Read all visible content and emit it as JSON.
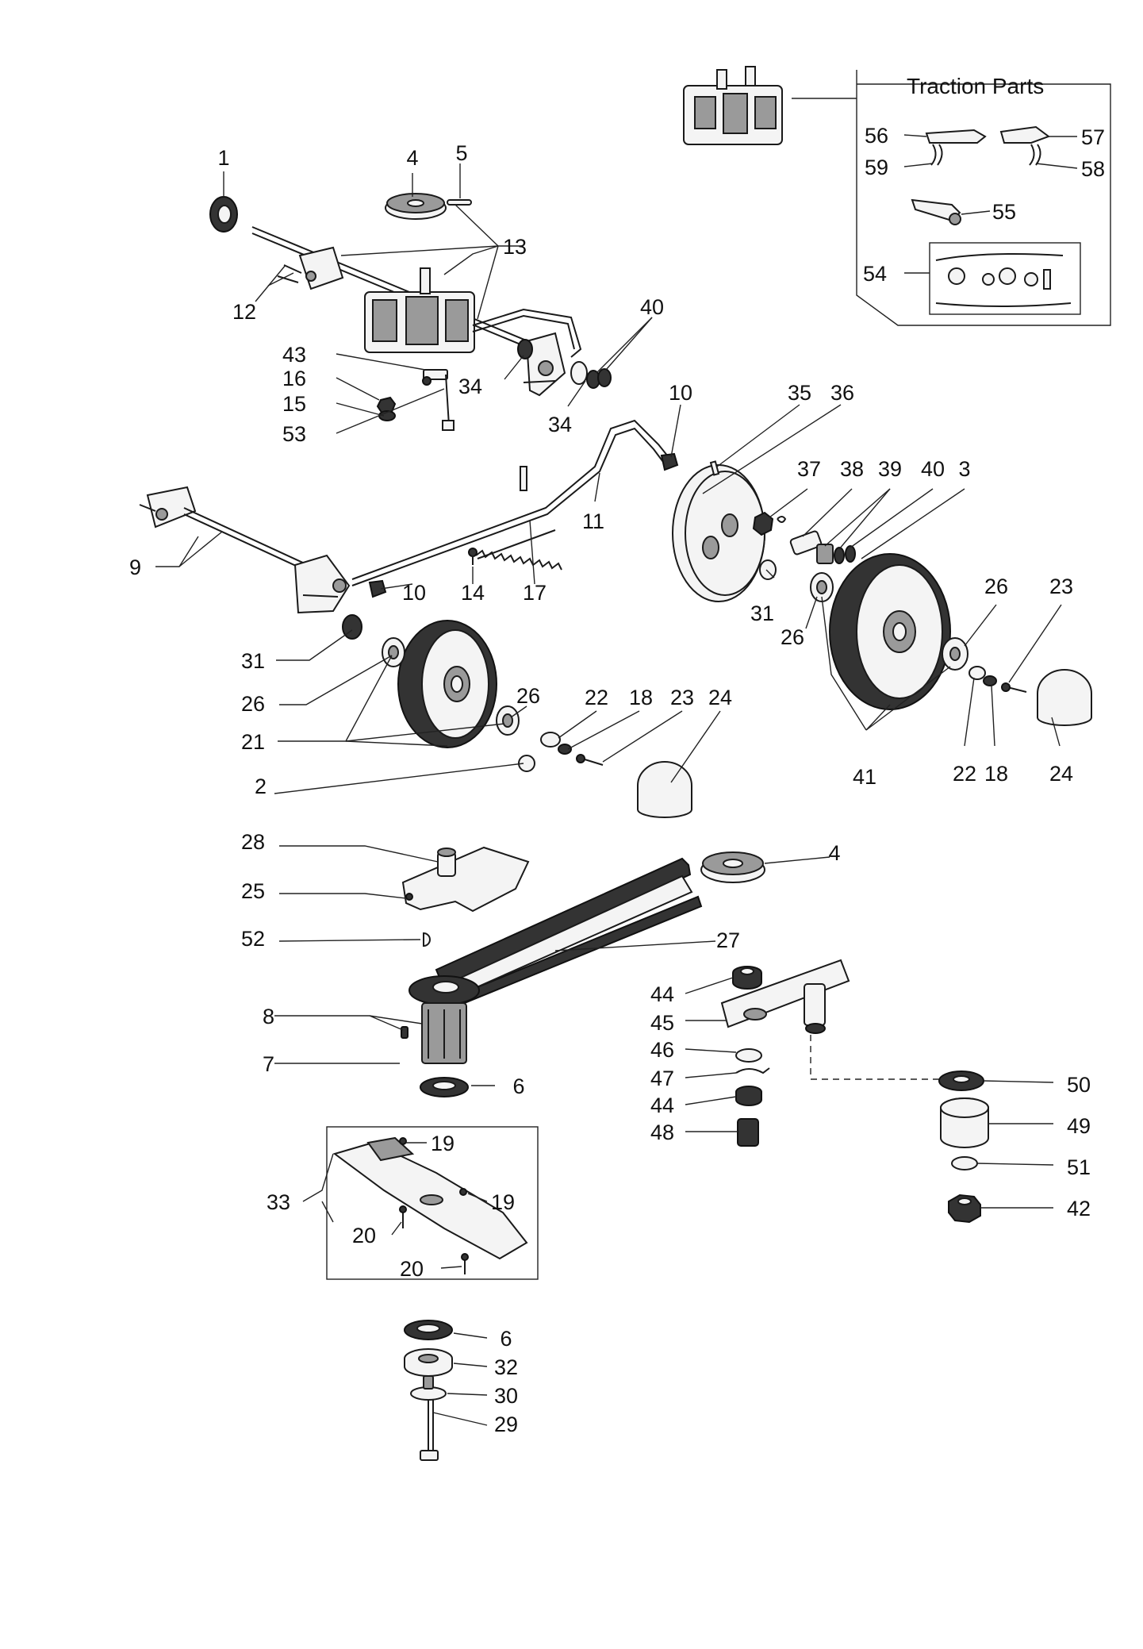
{
  "inset": {
    "title": "Traction Parts"
  },
  "callouts": [
    {
      "id": "c1",
      "text": "1"
    },
    {
      "id": "c4a",
      "text": "4"
    },
    {
      "id": "c5",
      "text": "5"
    },
    {
      "id": "c13",
      "text": "13"
    },
    {
      "id": "c12",
      "text": "12"
    },
    {
      "id": "c40a",
      "text": "40"
    },
    {
      "id": "c43",
      "text": "43"
    },
    {
      "id": "c16",
      "text": "16"
    },
    {
      "id": "c15",
      "text": "15"
    },
    {
      "id": "c53",
      "text": "53"
    },
    {
      "id": "c34a",
      "text": "34"
    },
    {
      "id": "c34b",
      "text": "34"
    },
    {
      "id": "c10a",
      "text": "10"
    },
    {
      "id": "c35",
      "text": "35"
    },
    {
      "id": "c36",
      "text": "36"
    },
    {
      "id": "c37",
      "text": "37"
    },
    {
      "id": "c38",
      "text": "38"
    },
    {
      "id": "c39",
      "text": "39"
    },
    {
      "id": "c40b",
      "text": "40"
    },
    {
      "id": "c3",
      "text": "3"
    },
    {
      "id": "c11",
      "text": "11"
    },
    {
      "id": "c9",
      "text": "9"
    },
    {
      "id": "c10b",
      "text": "10"
    },
    {
      "id": "c14",
      "text": "14"
    },
    {
      "id": "c17",
      "text": "17"
    },
    {
      "id": "c31a",
      "text": "31"
    },
    {
      "id": "c31b",
      "text": "31"
    },
    {
      "id": "c26a",
      "text": "26"
    },
    {
      "id": "c26b",
      "text": "26"
    },
    {
      "id": "c26c",
      "text": "26"
    },
    {
      "id": "c26d",
      "text": "26"
    },
    {
      "id": "c23a",
      "text": "23"
    },
    {
      "id": "c23b",
      "text": "23"
    },
    {
      "id": "c21",
      "text": "21"
    },
    {
      "id": "c22a",
      "text": "22"
    },
    {
      "id": "c18a",
      "text": "18"
    },
    {
      "id": "c24a",
      "text": "24"
    },
    {
      "id": "c2",
      "text": "2"
    },
    {
      "id": "c41",
      "text": "41"
    },
    {
      "id": "c22b",
      "text": "22"
    },
    {
      "id": "c18b",
      "text": "18"
    },
    {
      "id": "c24b",
      "text": "24"
    },
    {
      "id": "c28",
      "text": "28"
    },
    {
      "id": "c4b",
      "text": "4"
    },
    {
      "id": "c25",
      "text": "25"
    },
    {
      "id": "c52",
      "text": "52"
    },
    {
      "id": "c27",
      "text": "27"
    },
    {
      "id": "c44a",
      "text": "44"
    },
    {
      "id": "c8",
      "text": "8"
    },
    {
      "id": "c45",
      "text": "45"
    },
    {
      "id": "c46",
      "text": "46"
    },
    {
      "id": "c7",
      "text": "7"
    },
    {
      "id": "c47",
      "text": "47"
    },
    {
      "id": "c6a",
      "text": "6"
    },
    {
      "id": "c50",
      "text": "50"
    },
    {
      "id": "c44b",
      "text": "44"
    },
    {
      "id": "c49",
      "text": "49"
    },
    {
      "id": "c48",
      "text": "48"
    },
    {
      "id": "c19a",
      "text": "19"
    },
    {
      "id": "c51",
      "text": "51"
    },
    {
      "id": "c33",
      "text": "33"
    },
    {
      "id": "c19b",
      "text": "19"
    },
    {
      "id": "c42",
      "text": "42"
    },
    {
      "id": "c20a",
      "text": "20"
    },
    {
      "id": "c20b",
      "text": "20"
    },
    {
      "id": "c6b",
      "text": "6"
    },
    {
      "id": "c32",
      "text": "32"
    },
    {
      "id": "c30",
      "text": "30"
    },
    {
      "id": "c29",
      "text": "29"
    },
    {
      "id": "c56",
      "text": "56"
    },
    {
      "id": "c57",
      "text": "57"
    },
    {
      "id": "c59",
      "text": "59"
    },
    {
      "id": "c58",
      "text": "58"
    },
    {
      "id": "c55",
      "text": "55"
    },
    {
      "id": "c54",
      "text": "54"
    }
  ]
}
